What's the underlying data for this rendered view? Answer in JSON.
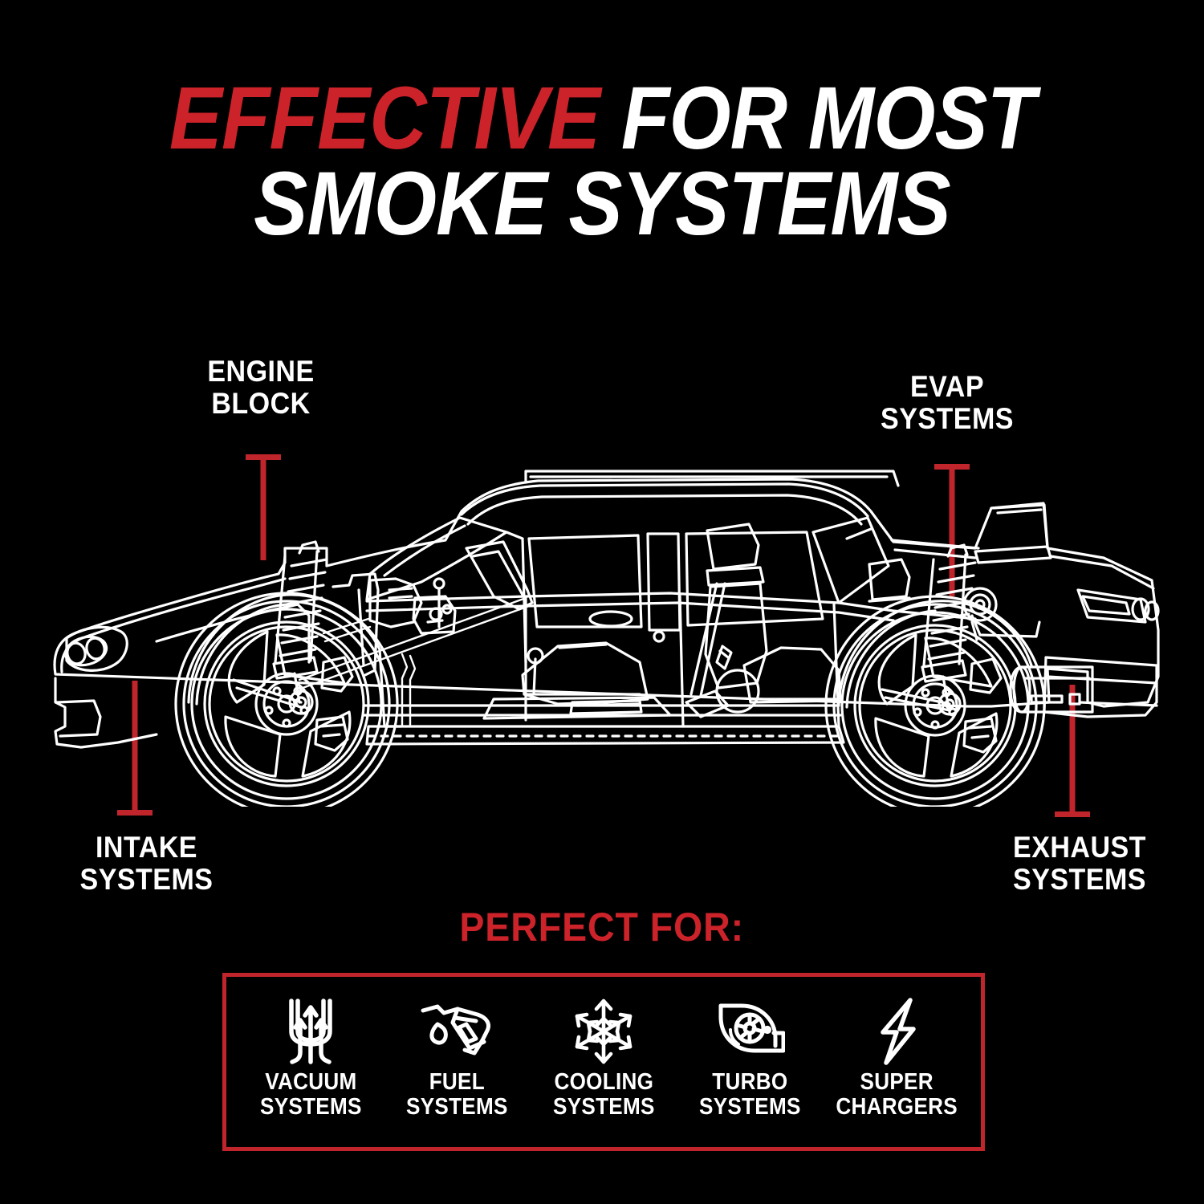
{
  "theme": {
    "background": "#000000",
    "accent_red": "#CC2229",
    "line_red": "#C0252C",
    "line_white": "#FFFFFF"
  },
  "headline": {
    "line1_red": "EFFECTIVE",
    "line1_white": " FOR MOST",
    "line2": "SMOKE SYSTEMS"
  },
  "callouts": [
    {
      "name": "engine-block",
      "label": "ENGINE\nBLOCK"
    },
    {
      "name": "evap",
      "label": "EVAP\nSYSTEMS"
    },
    {
      "name": "intake",
      "label": "INTAKE\nSYSTEMS"
    },
    {
      "name": "exhaust",
      "label": "EXHAUST\nSYSTEMS"
    }
  ],
  "perfect_for": {
    "heading": "PERFECT FOR:",
    "items": [
      {
        "icon": "vacuum-chamber-icon",
        "label": "VACUUM\nSYSTEMS"
      },
      {
        "icon": "fuel-nozzle-icon",
        "label": "FUEL\nSYSTEMS"
      },
      {
        "icon": "snowflake-icon",
        "label": "COOLING\nSYSTEMS"
      },
      {
        "icon": "turbocharger-icon",
        "label": "TURBO\nSYSTEMS"
      },
      {
        "icon": "lightning-bolt-icon",
        "label": "SUPER\nCHARGERS"
      }
    ]
  },
  "illustration": {
    "name": "sports-car-wireframe-side-view",
    "description": "White line-art cutaway side view of a sports car"
  }
}
